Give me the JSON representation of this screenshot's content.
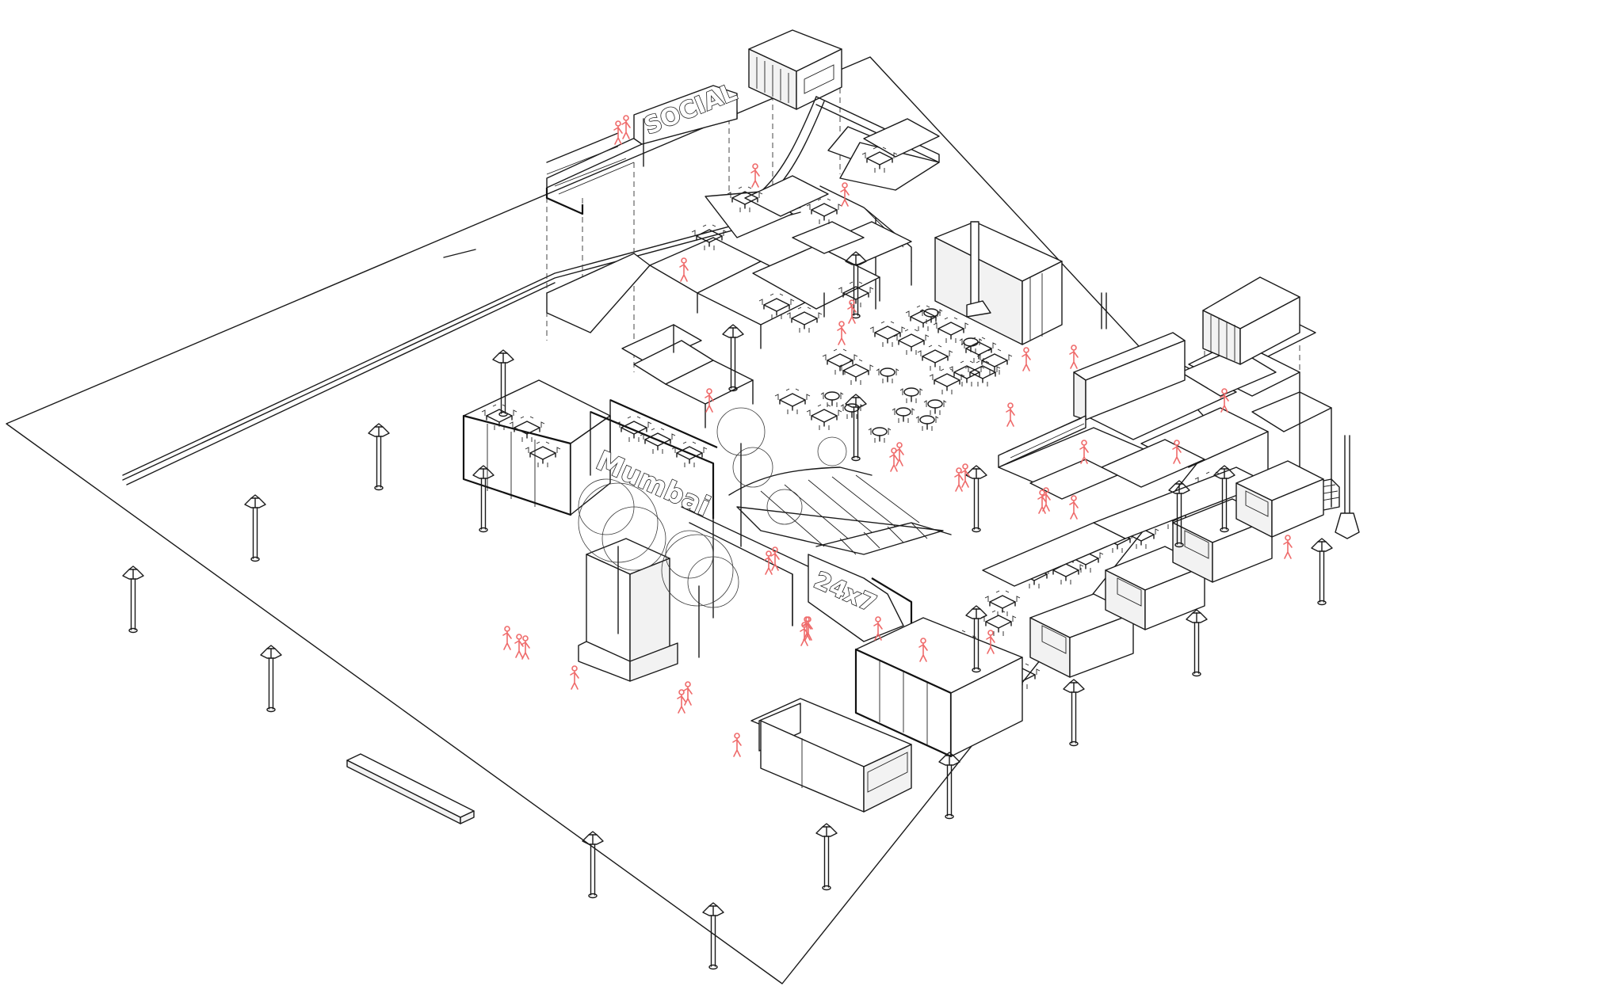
{
  "signs": {
    "social": "SOCIAL",
    "mumbai": "Mumbai",
    "twenty_four_seven": "24x7"
  }
}
